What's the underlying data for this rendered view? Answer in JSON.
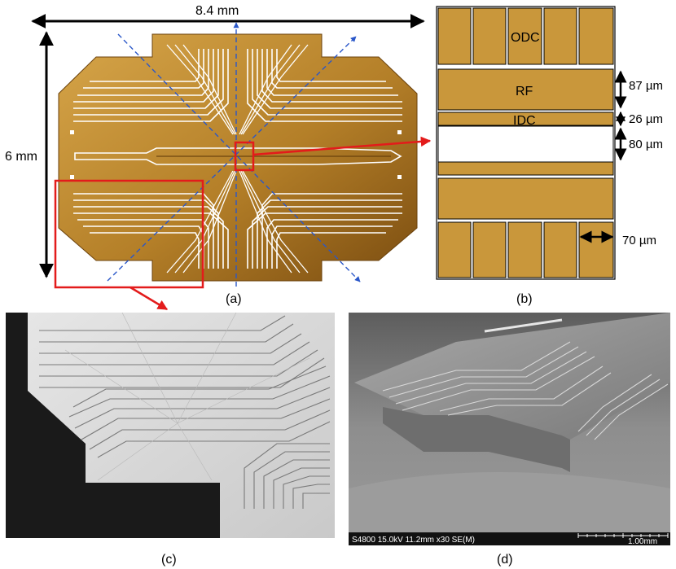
{
  "panel_a": {
    "caption": "(a)",
    "width_label": "8.4 mm",
    "height_label": "6 mm"
  },
  "panel_b": {
    "caption": "(b)",
    "labels": {
      "odc": "ODC",
      "rf": "RF",
      "idc": "IDC"
    },
    "dimensions": {
      "rf_height": "87 µm",
      "idc_height": "26 µm",
      "gap_height": "80 µm",
      "dc_width": "70 µm"
    }
  },
  "panel_c": {
    "caption": "(c)"
  },
  "panel_d": {
    "caption": "(d)",
    "sem_info": "S4800 15.0kV 11.2mm x30 SE(M)",
    "scale_label": "1.00mm"
  },
  "colors": {
    "gold": "#c9973b",
    "gold_dark": "#8a5a12",
    "highlight_red": "#e31b1b",
    "axis_blue": "#2a57c9",
    "sem_gray": "#8a8a8a",
    "micro_black": "#1a1a1a"
  }
}
